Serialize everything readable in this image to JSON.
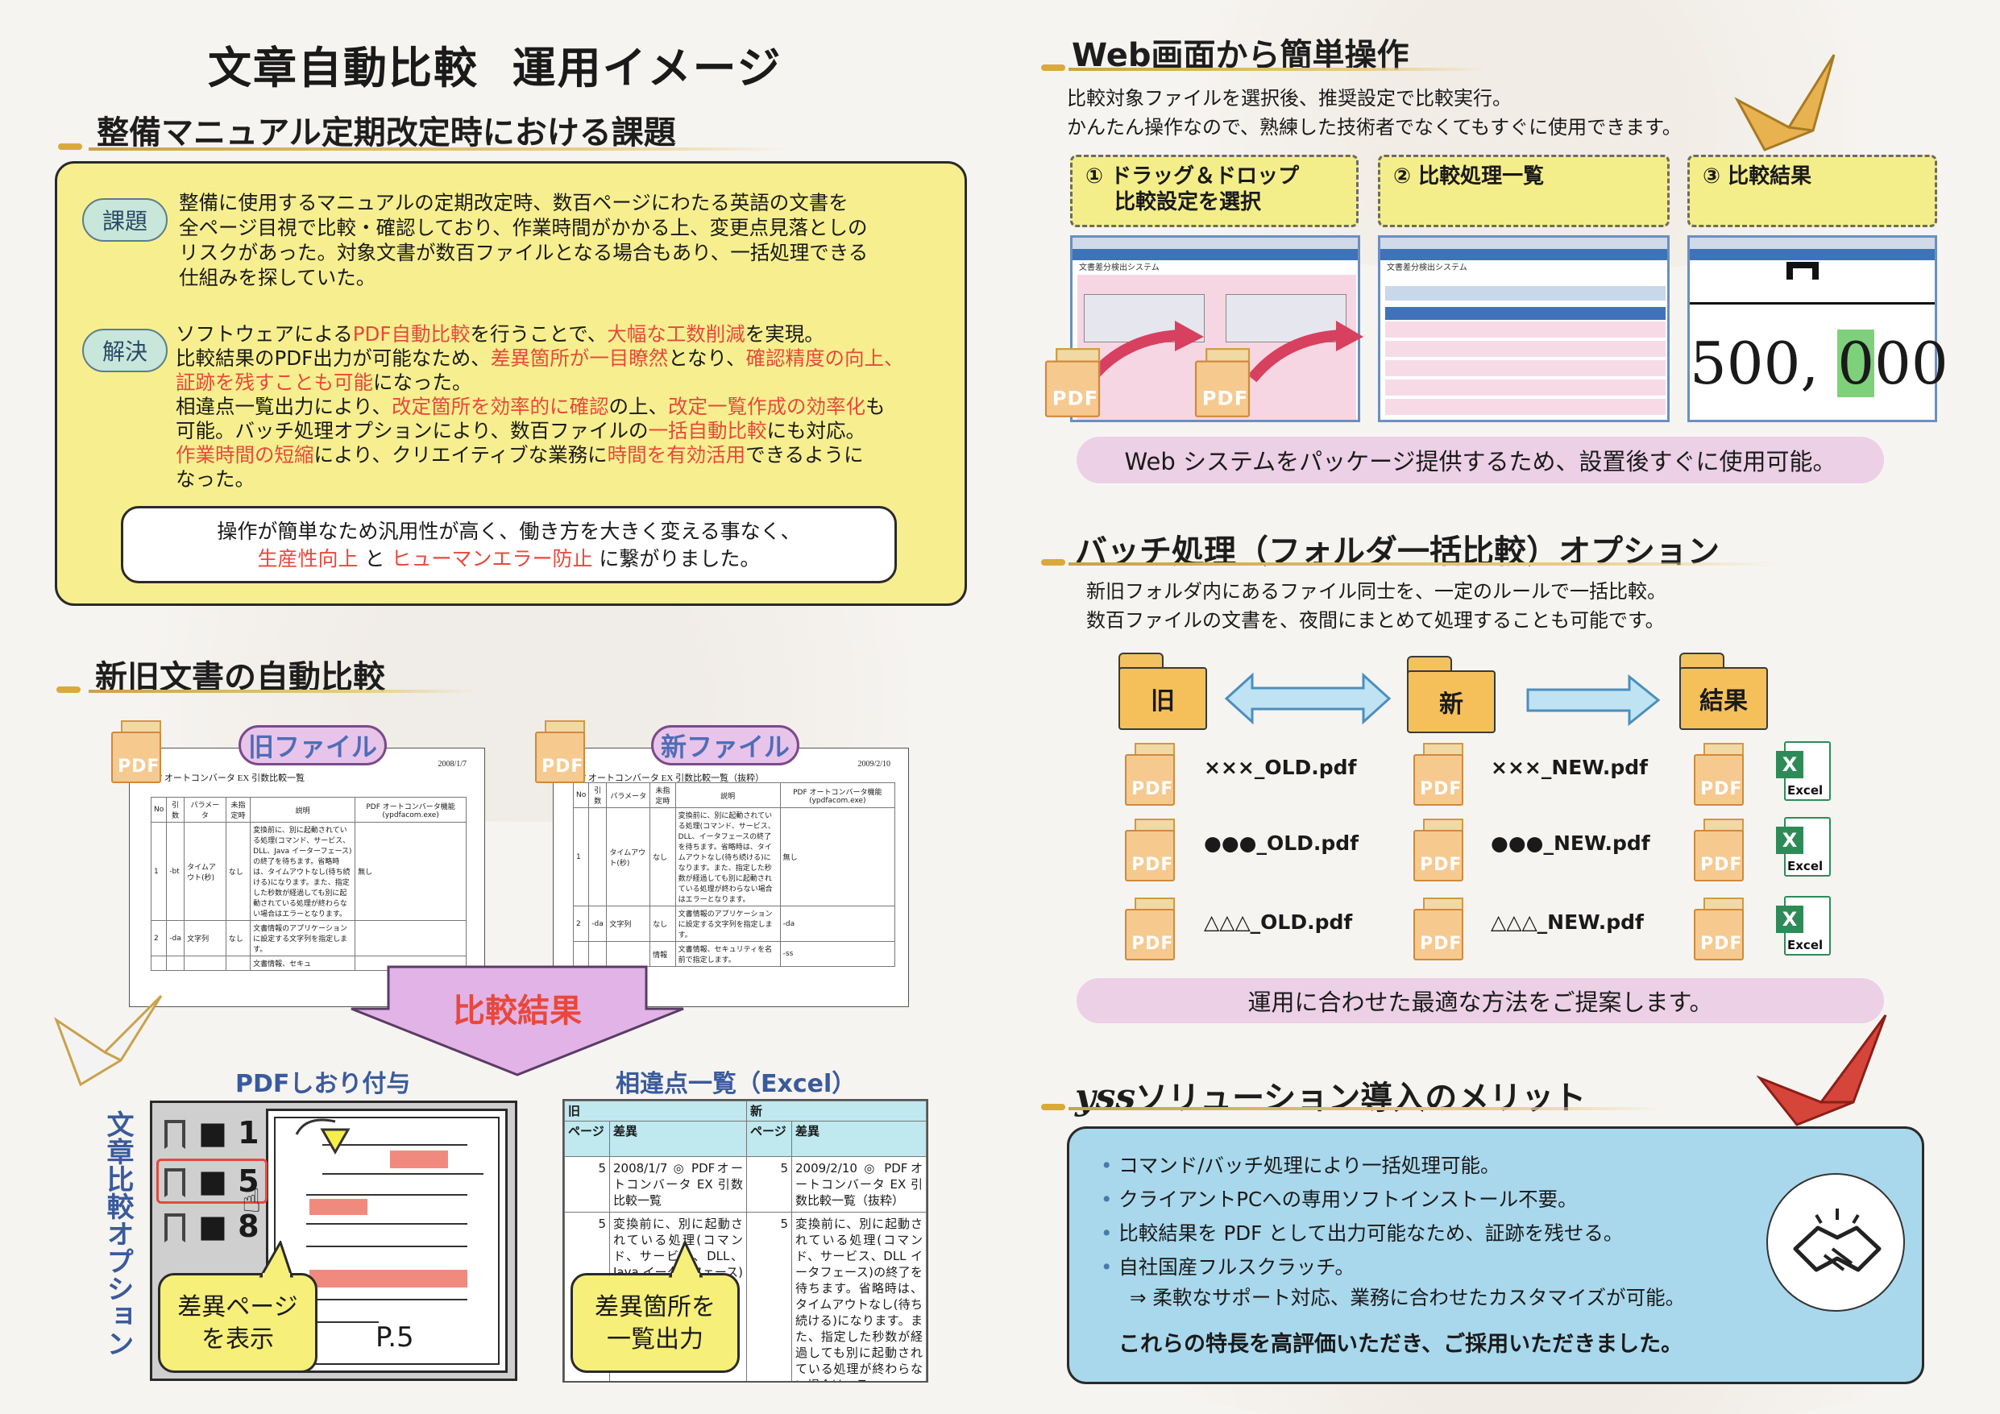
{
  "page": {
    "title": "文章自動比較  運用イメージ"
  },
  "issues": {
    "heading": "整備マニュアル定期改定時における課題",
    "kadai_badge": "課題",
    "kadai_text": [
      "整備に使用するマニュアルの定期改定時、数百ページにわたる英語の文書を",
      "全ページ目視で比較・確認しており、作業時間がかかる上、変更点見落としの",
      "リスクがあった。対象文書が数百ファイルとなる場合もあり、一括処理できる",
      "仕組みを探していた。"
    ],
    "kaiketsu_badge": "解決",
    "kaiketsu_lines": [
      [
        {
          "t": "ソフトウェアによる"
        },
        {
          "t": "PDF自動比較",
          "r": 1
        },
        {
          "t": "を行うことで、"
        },
        {
          "t": "大幅な工数削減",
          "r": 1
        },
        {
          "t": "を実現。"
        }
      ],
      [
        {
          "t": "比較結果のPDF出力が可能なため、"
        },
        {
          "t": "差異箇所が一目瞭然",
          "r": 1
        },
        {
          "t": "となり、"
        },
        {
          "t": "確認精度の向上、",
          "r": 1
        }
      ],
      [
        {
          "t": "証跡を残すことも可能",
          "r": 1
        },
        {
          "t": "になった。"
        }
      ],
      [
        {
          "t": "相違点一覧出力により、"
        },
        {
          "t": "改定箇所を効率的に確認",
          "r": 1
        },
        {
          "t": "の上、"
        },
        {
          "t": "改定一覧作成の効率化",
          "r": 1
        },
        {
          "t": "も"
        }
      ],
      [
        {
          "t": "可能。バッチ処理オプションにより、数百ファイルの"
        },
        {
          "t": "一括自動比較",
          "r": 1
        },
        {
          "t": "にも対応。"
        }
      ],
      [
        {
          "t": "作業時間の短縮",
          "r": 1
        },
        {
          "t": "により、クリエイティブな業務に"
        },
        {
          "t": "時間を有効活用",
          "r": 1
        },
        {
          "t": "できるように"
        }
      ],
      [
        {
          "t": "なった。"
        }
      ]
    ],
    "summary_line1": "操作が簡単なため汎用性が高く、働き方を大きく変える事なく、",
    "summary_red1": "生産性向上",
    "summary_and": " と ",
    "summary_red2": "ヒューマンエラー防止",
    "summary_tail": " に繋がりました。"
  },
  "compare": {
    "heading": "新旧文書の自動比較",
    "old_label": "旧ファイル",
    "new_label": "新ファイル",
    "pdf_icon": "PDF",
    "old_date": "2008/1/7",
    "new_date": "2009/2/10",
    "old_doc_title": "PDF オートコンバータ EX 引数比較一覧",
    "new_doc_title": "PDF オートコンバータ EX 引数比較一覧（抜粋）",
    "table_headers": [
      "No",
      "引数",
      "パラメータ",
      "未指定時",
      "説明",
      "PDF オートコンバータ機能 (ypdfacom.exe)"
    ],
    "old_rows": [
      [
        "1",
        "-bt",
        "タイムアウト(秒)",
        "なし",
        "変換前に、別に起動されている処理(コマンド、サービス、DLL、Java イーターフェース)の終了を待ちます。省略時は、タイムアウトなし(待ち続ける)になります。また、指定した秒数が経過しても別に起動されている処理が終わらない場合はエラーとなります。",
        "無し"
      ],
      [
        "2",
        "-da",
        "文字列",
        "なし",
        "文書情報のアプリケーションに設定する文字列を指定します。",
        ""
      ],
      [
        "",
        "",
        "",
        "",
        "文書情報、セキュ",
        ""
      ]
    ],
    "new_rows": [
      [
        "1",
        "",
        "タイムアウト(秒)",
        "なし",
        "変換前に、別に起動されている処理(コマンド、サービス、DLL、イータフェースの終了を待ちます。省略時は、タイムアウトなし(待ち続ける)になります。また、指定した秒数が経過しても別に起動されている処理が終わらない場合はエラーとなります。",
        "無し"
      ],
      [
        "2",
        "-da",
        "文字列",
        "なし",
        "文書情報のアプリケーションに設定する文字列を指定します。",
        "-da"
      ],
      [
        "",
        "",
        "",
        "情報",
        "文書情報、セキュリティを名前で指定します。",
        "-ss"
      ]
    ],
    "result_label": "比較結果",
    "bookmark_heading": "PDFしおり付与",
    "bookmarks": [
      "■ 1",
      "■ 5",
      "■ 8"
    ],
    "bookmark_callout": [
      "差異ページ",
      "を表示"
    ],
    "page_label": "P.5",
    "diff_heading": "相違点一覧（Excel）",
    "diff_cols": [
      "旧",
      "新"
    ],
    "diff_subcols": [
      "ページ",
      "差異",
      "ページ",
      "差異"
    ],
    "diff_rows": [
      {
        "p1": "5",
        "old": "2008/1/7 ◎ PDFオートコンバータ EX 引数比較一覧",
        "p2": "5",
        "new": "2009/2/10 ◎ PDFオートコンバータ EX 引数比較一覧（抜粋）"
      },
      {
        "p1": "5",
        "old": "変換前に、別に起動されている処理(コマンド、サービス、DLL、Java イーターフェース)の",
        "p2": "5",
        "new": "変換前に、別に起動されている処理(コマンド、サービス、DLL イータフェース)の終了を待ちます。省略時は、タイムアウトなし(待ち続ける)になります。また、指定した秒数が経過しても別に起動されている処理が終わらない場合はエラ"
      }
    ],
    "diff_callout": [
      "差異箇所を",
      "一覧出力"
    ],
    "option_vertical": "文章比較オプション"
  },
  "web": {
    "heading": "Web画面から簡単操作",
    "desc": [
      "比較対象ファイルを選択後、推奨設定で比較実行。",
      "かんたん操作なので、熟練した技術者でなくてもすぐに使用できます。"
    ],
    "steps": [
      [
        "① ドラッグ＆ドロップ",
        "比較設定を選択"
      ],
      [
        "② 比較処理一覧"
      ],
      [
        "③ 比較結果"
      ]
    ],
    "shot_title": "文書差分検出システム",
    "result_number": "500, 000",
    "result_highlight": "0",
    "note": "Web システムをパッケージ提供するため、設置後すぐに使用可能。"
  },
  "batch": {
    "heading": "バッチ処理（フォルダ一括比較）オプション",
    "desc": [
      "新旧フォルダ内にあるファイル同士を、一定のルールで一括比較。",
      "数百ファイルの文書を、夜間にまとめて処理することも可能です。"
    ],
    "folders": [
      "旧",
      "新",
      "結果"
    ],
    "old_files": [
      "×××_OLD.pdf",
      "●●●_OLD.pdf",
      "△△△_OLD.pdf"
    ],
    "new_files": [
      "×××_NEW.pdf",
      "●●●_NEW.pdf",
      "△△△_NEW.pdf"
    ],
    "excel_label": "Excel",
    "note": "運用に合わせた最適な方法をご提案します。"
  },
  "merit": {
    "brand": "yss",
    "heading": "ソリューション導入のメリット",
    "items": [
      "コマンド/バッチ処理により一括処理可能。",
      "クライアントPCへの専用ソフトインストール不要。",
      "比較結果を PDF として出力可能なため、証跡を残せる。",
      "自社国産フルスクラッチ。"
    ],
    "sub_item": "⇒ 柔軟なサポート対応、業務に合わせたカスタマイズが可能。",
    "closing": "これらの特長を高評価いただき、ご採用いただきました。",
    "icon": "handshake-icon"
  },
  "colors": {
    "accent_red": "#e8483c",
    "yellow_box": "#f7ef8f",
    "merit_box": "#a9d8ec",
    "pink": "#e7c2e6",
    "gold": "#d9a93a"
  }
}
